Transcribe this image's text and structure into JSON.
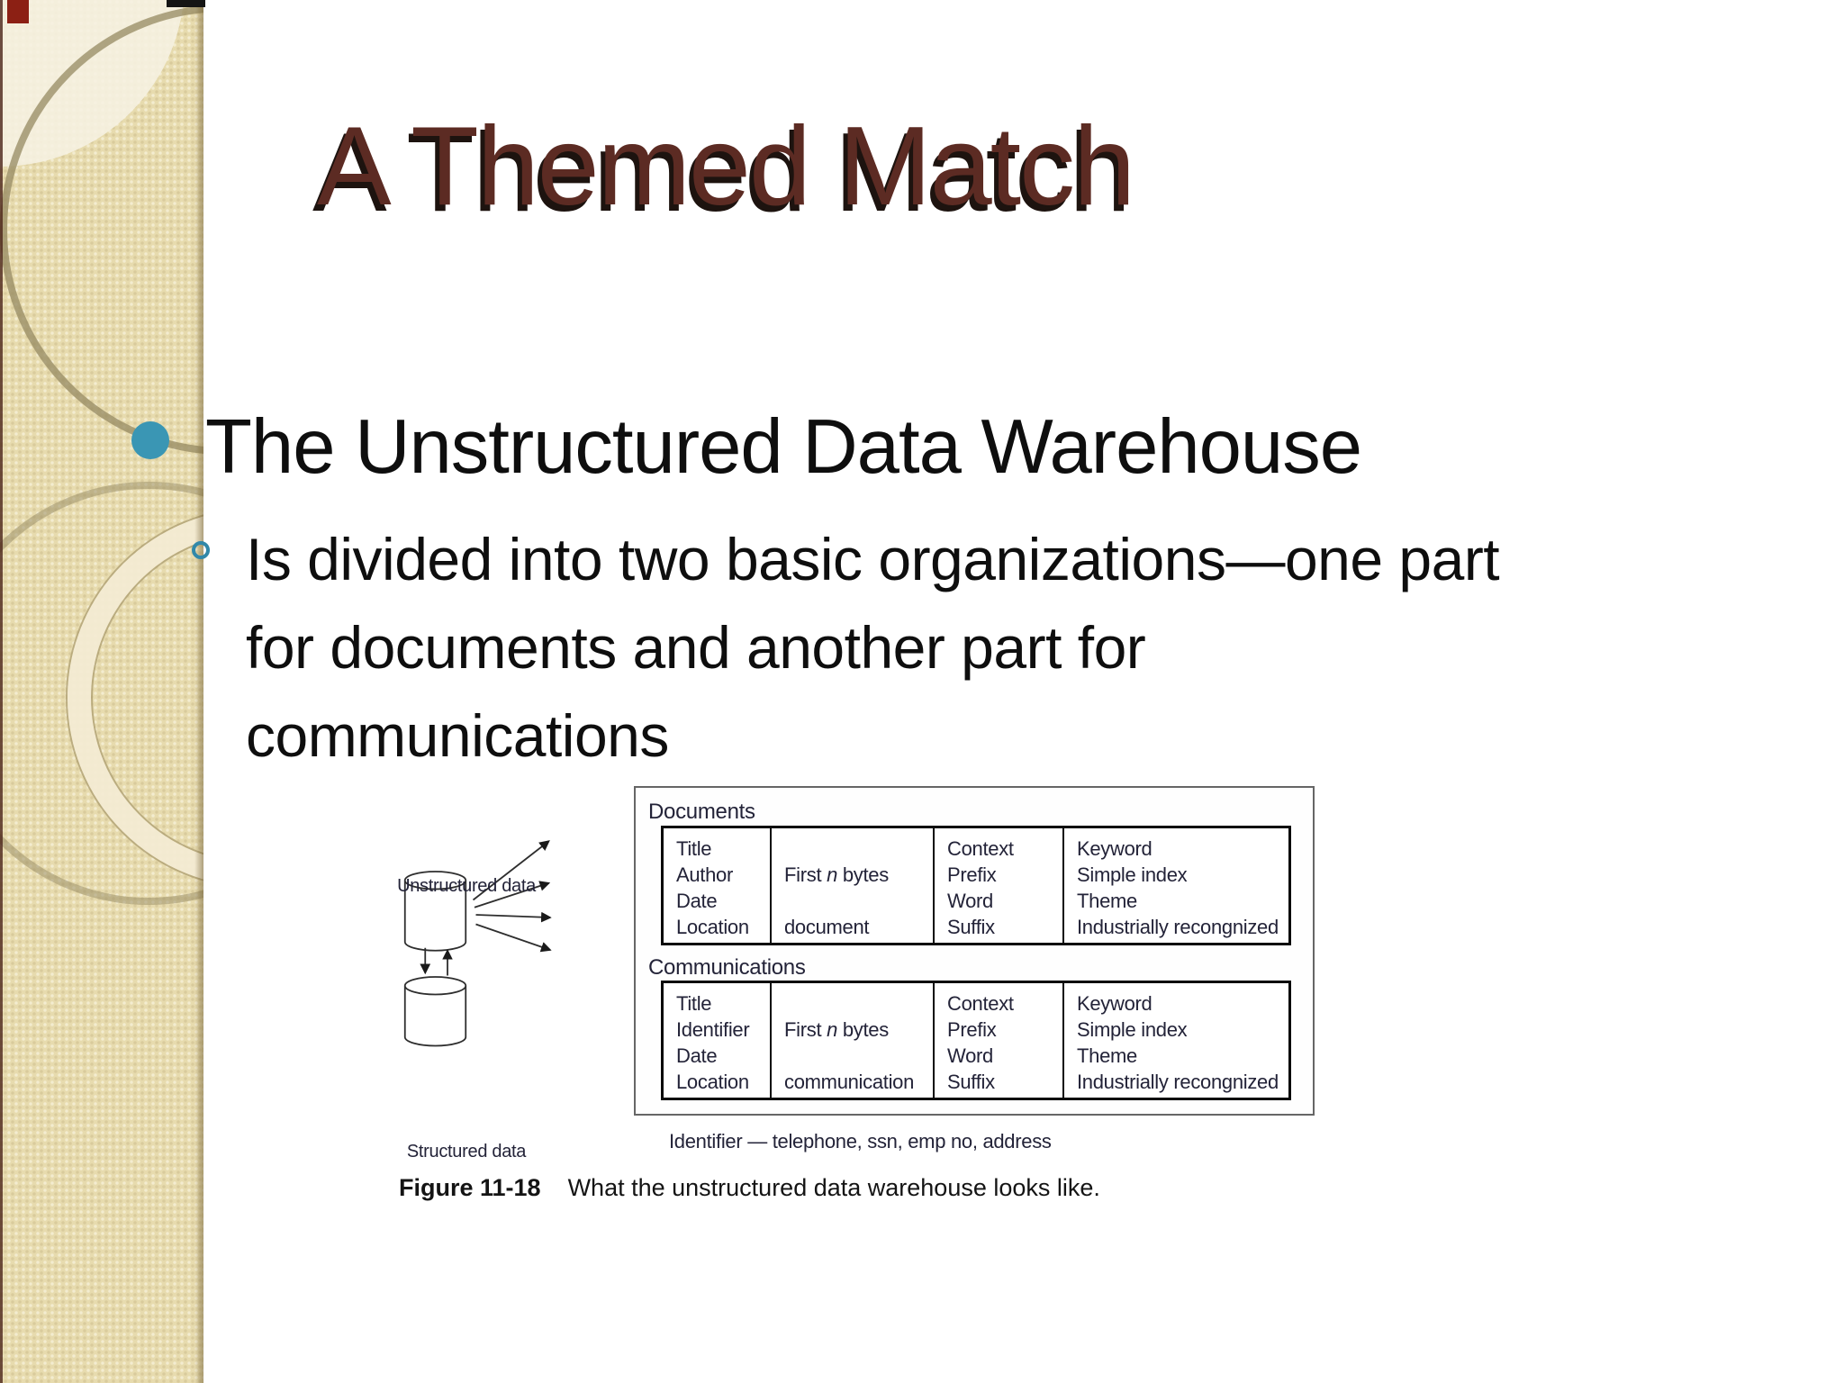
{
  "slide": {
    "title": "A Themed Match",
    "bullet_main": "The Unstructured Data Warehouse",
    "bullet_sub_lines": [
      "Is divided into two basic organizations—one part",
      "for documents and another part for",
      "communications"
    ]
  },
  "figure": {
    "unstructured_label": "Unstructured data",
    "structured_label": "Structured data",
    "documents": {
      "label": "Documents",
      "attributes": [
        "Title",
        "Author",
        "Date",
        "Location"
      ],
      "content_pre": "First ",
      "content_var": "n",
      "content_post": " bytes",
      "content_type": "document",
      "context": [
        "Context",
        "Prefix",
        "Word",
        "Suffix"
      ],
      "keywords": [
        "Keyword",
        "Simple index",
        "Theme",
        "Industrially recongnized"
      ]
    },
    "communications": {
      "label": "Communications",
      "attributes": [
        "Title",
        "Identifier",
        "Date",
        "Location"
      ],
      "content_pre": "First ",
      "content_var": "n",
      "content_post": " bytes",
      "content_type": "communication",
      "context": [
        "Context",
        "Prefix",
        "Word",
        "Suffix"
      ],
      "keywords": [
        "Keyword",
        "Simple index",
        "Theme",
        "Industrially recongnized"
      ]
    },
    "identifier_note": "Identifier — telephone, ssn, emp no, address",
    "caption_label": "Figure 11-18",
    "caption_text": "What the unstructured data warehouse looks like."
  },
  "colors": {
    "title_maroon": "#5C2B23",
    "bullet_teal": "#3A96B4",
    "sidebar_tan": "#E7DBAE"
  }
}
